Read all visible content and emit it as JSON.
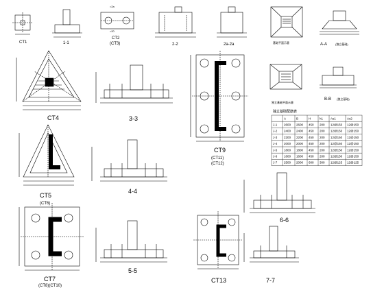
{
  "drawing": {
    "labels": {
      "ct1": "CT1",
      "s11": "1-1",
      "ct2": "CT2",
      "ct3": "(CT3)",
      "s22": "2-2",
      "s2a": "2a-2a",
      "ct4": "CT4",
      "s33": "3-3",
      "ct9": "CT9",
      "ct11": "(CT11)",
      "ct12": "(CT12)",
      "ct5": "CT5",
      "ct6": "(CT6)",
      "s44": "4-4",
      "s66": "6-6",
      "ct7": "CT7",
      "ct8": "(CT8)(CT10)",
      "s55": "5-5",
      "ct13": "CT13",
      "s77": "7-7",
      "saa": "A-A",
      "saa_note": "(独立基础)",
      "sbb": "B-B",
      "sbb_note": "(独立基础)",
      "foot_plan_a": "基础平面示意",
      "foot_plan_b": "独立基础平面示意",
      "note_2a": "=2a",
      "note_20": "=20"
    },
    "table": {
      "title": "独立基础配筋表",
      "headers": [
        "",
        "A",
        "B",
        "H",
        "h1",
        "As1",
        "As2"
      ],
      "rows": [
        [
          "J-1",
          "2600",
          "2600",
          "450",
          "200",
          "12@150",
          "12@150"
        ],
        [
          "J-2",
          "2400",
          "2400",
          "450",
          "200",
          "12@150",
          "12@150"
        ],
        [
          "J-3",
          "2200",
          "2200",
          "450",
          "200",
          "12@150",
          "12@150"
        ],
        [
          "J-4",
          "2000",
          "2000",
          "450",
          "200",
          "12@150",
          "12@150"
        ],
        [
          "J-5",
          "1800",
          "1800",
          "450",
          "200",
          "12@150",
          "12@150"
        ],
        [
          "J-6",
          "1600",
          "1600",
          "450",
          "200",
          "12@150",
          "12@150"
        ],
        [
          "J-7",
          "2500",
          "2000",
          "600",
          "300",
          "12@125",
          "12@125"
        ]
      ]
    }
  }
}
